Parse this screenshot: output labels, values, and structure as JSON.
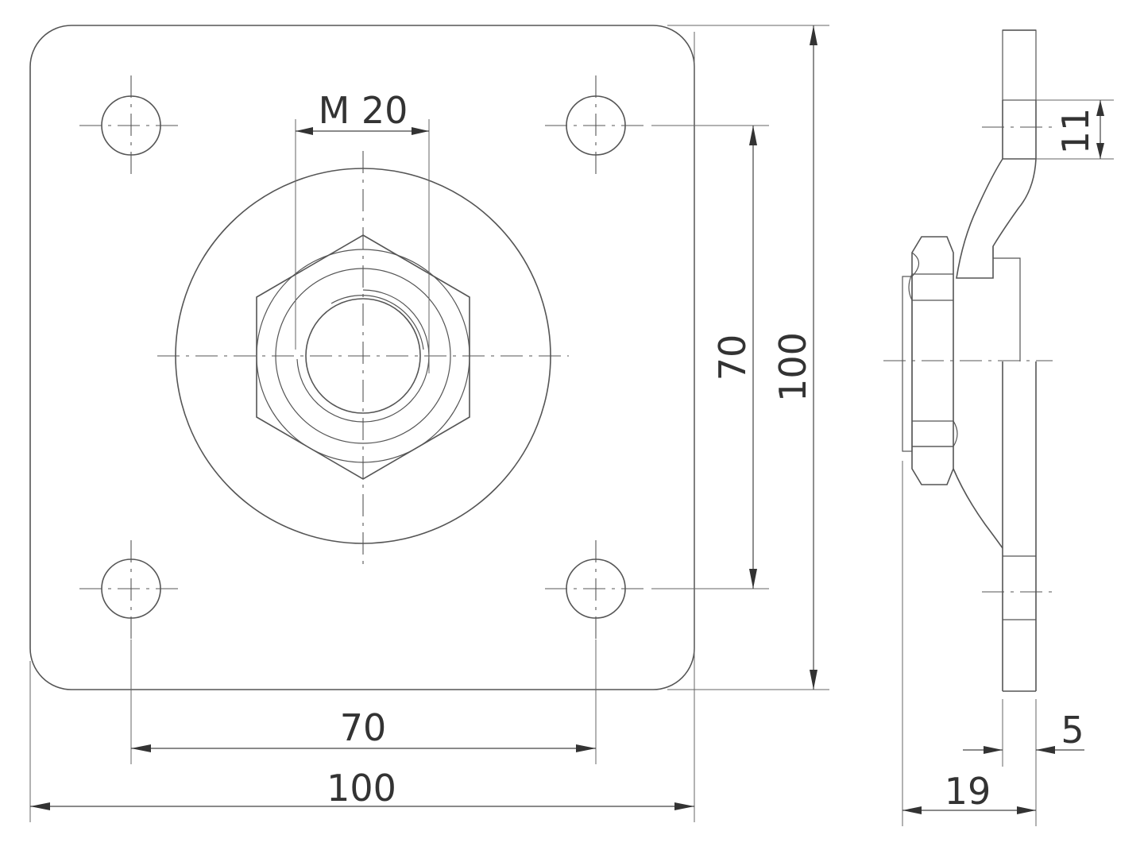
{
  "dimensions": {
    "thread": "M 20",
    "hole_spacing_horizontal": "70",
    "plate_width": "100",
    "hole_spacing_vertical": "70",
    "plate_height": "100",
    "slot_height": "11",
    "plate_thickness": "5",
    "overall_depth": "19"
  }
}
